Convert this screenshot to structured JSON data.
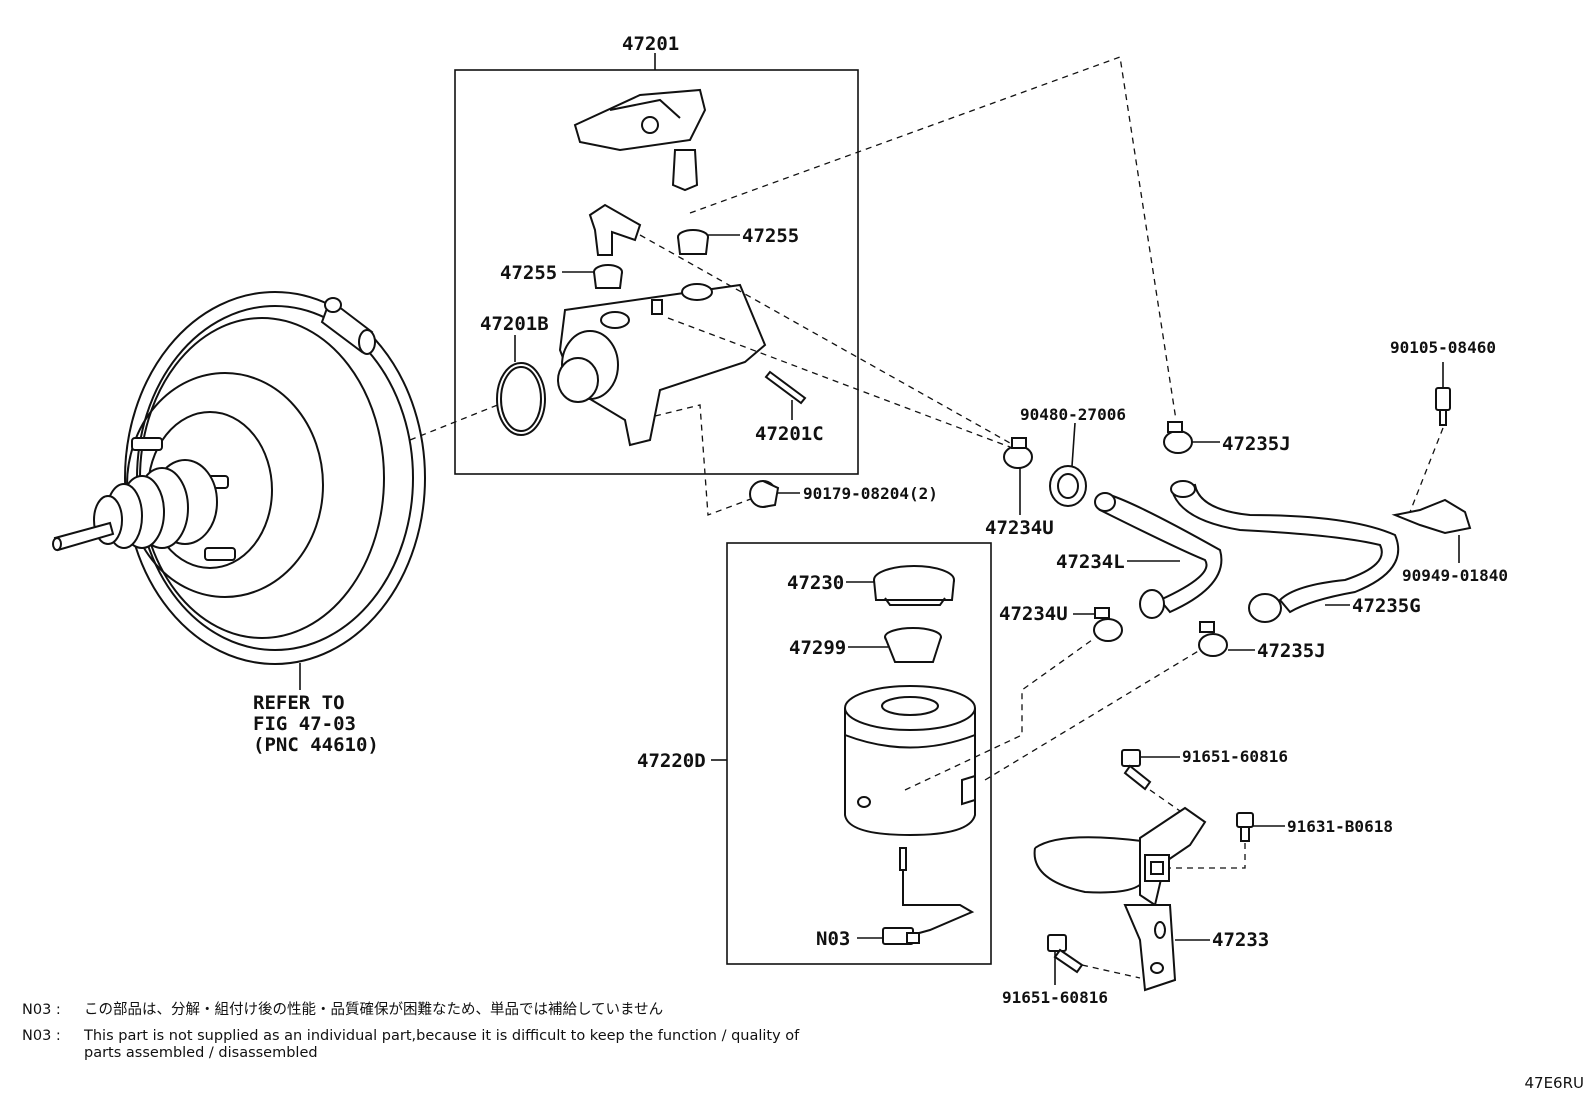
{
  "labels": {
    "master_cylinder_assy": "47201",
    "grommet_upper": "47255",
    "grommet_lower": "47255",
    "master_cylinder_ring": "47201B",
    "master_cylinder_pin": "47201C",
    "nut": "90179-08204(2)",
    "reservoir_assy": "47220D",
    "reservoir_cap": "47230",
    "reservoir_strainer": "47299",
    "sensor": "N03",
    "booster_note_1": "REFER TO",
    "booster_note_2": "FIG 47-03",
    "booster_note_3": "(PNC 44610)",
    "grommet_90480": "90480-27006",
    "clip_47234u_upper": "47234U",
    "hose_47234l": "47234L",
    "clip_47234u_lower": "47234U",
    "clip_47235j_upper": "47235J",
    "hose_47235g": "47235G",
    "clip_47235j_lower": "47235J",
    "bolt_90105": "90105-08460",
    "clamp_90949": "90949-01840",
    "bolt_91651_upper": "91651-60816",
    "bolt_91631": "91631-B0618",
    "bracket_47233": "47233",
    "bolt_91651_lower": "91651-60816"
  },
  "notes": [
    {
      "code": "N03 :",
      "text": "この部品は、分解・組付け後の性能・品質確保が困難なため、単品では補給していません"
    },
    {
      "code": "N03 :",
      "text": "This part is not supplied as an individual part,because it is difficult to keep the function / quality of parts assembled / disassembled"
    }
  ],
  "drawing_code": "47E6RU"
}
